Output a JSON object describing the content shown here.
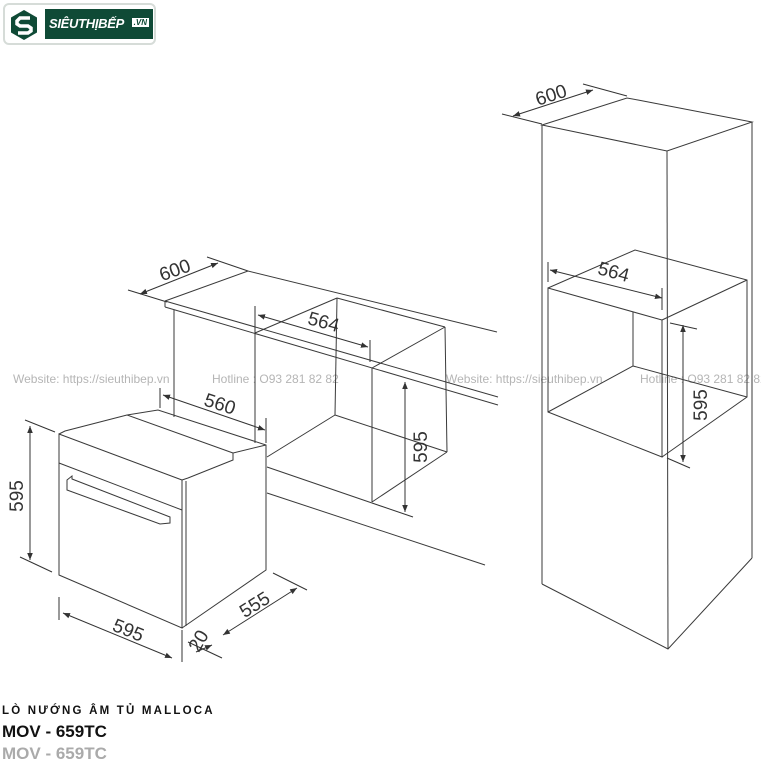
{
  "logo": {
    "text": "SIÊUTHỊBẾP",
    "suffix": ".VN",
    "brand_color": "#0f4a36"
  },
  "watermark": {
    "website": "Website: https://sieuthibep.vn",
    "hotline": "Hotline : O93 281 82 82"
  },
  "dimensions": {
    "oven_height": "595",
    "oven_width": "595",
    "oven_depth": "555",
    "door_thickness": "20",
    "oven_body_depth": "560",
    "counter_width": "600",
    "counter_niche_width": "564",
    "counter_niche_height": "595",
    "tall_width": "600",
    "tall_niche_width": "564",
    "tall_niche_height": "595"
  },
  "product": {
    "title": "LÒ NƯỚNG ÂM TỦ MALLOCA",
    "model": "MOV - 659TC"
  }
}
